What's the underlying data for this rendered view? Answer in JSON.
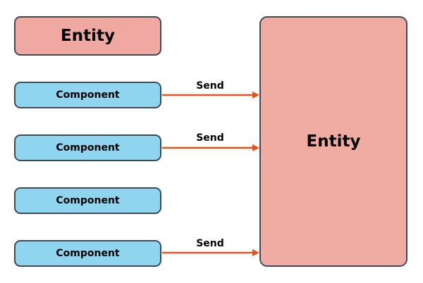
{
  "entity_small": {
    "label": "Entity"
  },
  "entity_big": {
    "label": "Entity"
  },
  "components": [
    {
      "label": "Component"
    },
    {
      "label": "Component"
    },
    {
      "label": "Component"
    },
    {
      "label": "Component"
    }
  ],
  "edges": [
    {
      "label": "Send"
    },
    {
      "label": "Send"
    },
    {
      "label": "Send"
    }
  ],
  "colors": {
    "entity_fill": "#f0a8a2",
    "component_fill": "#8fd5f0",
    "arrow": "#e8531a",
    "border": "#3f4a55"
  }
}
